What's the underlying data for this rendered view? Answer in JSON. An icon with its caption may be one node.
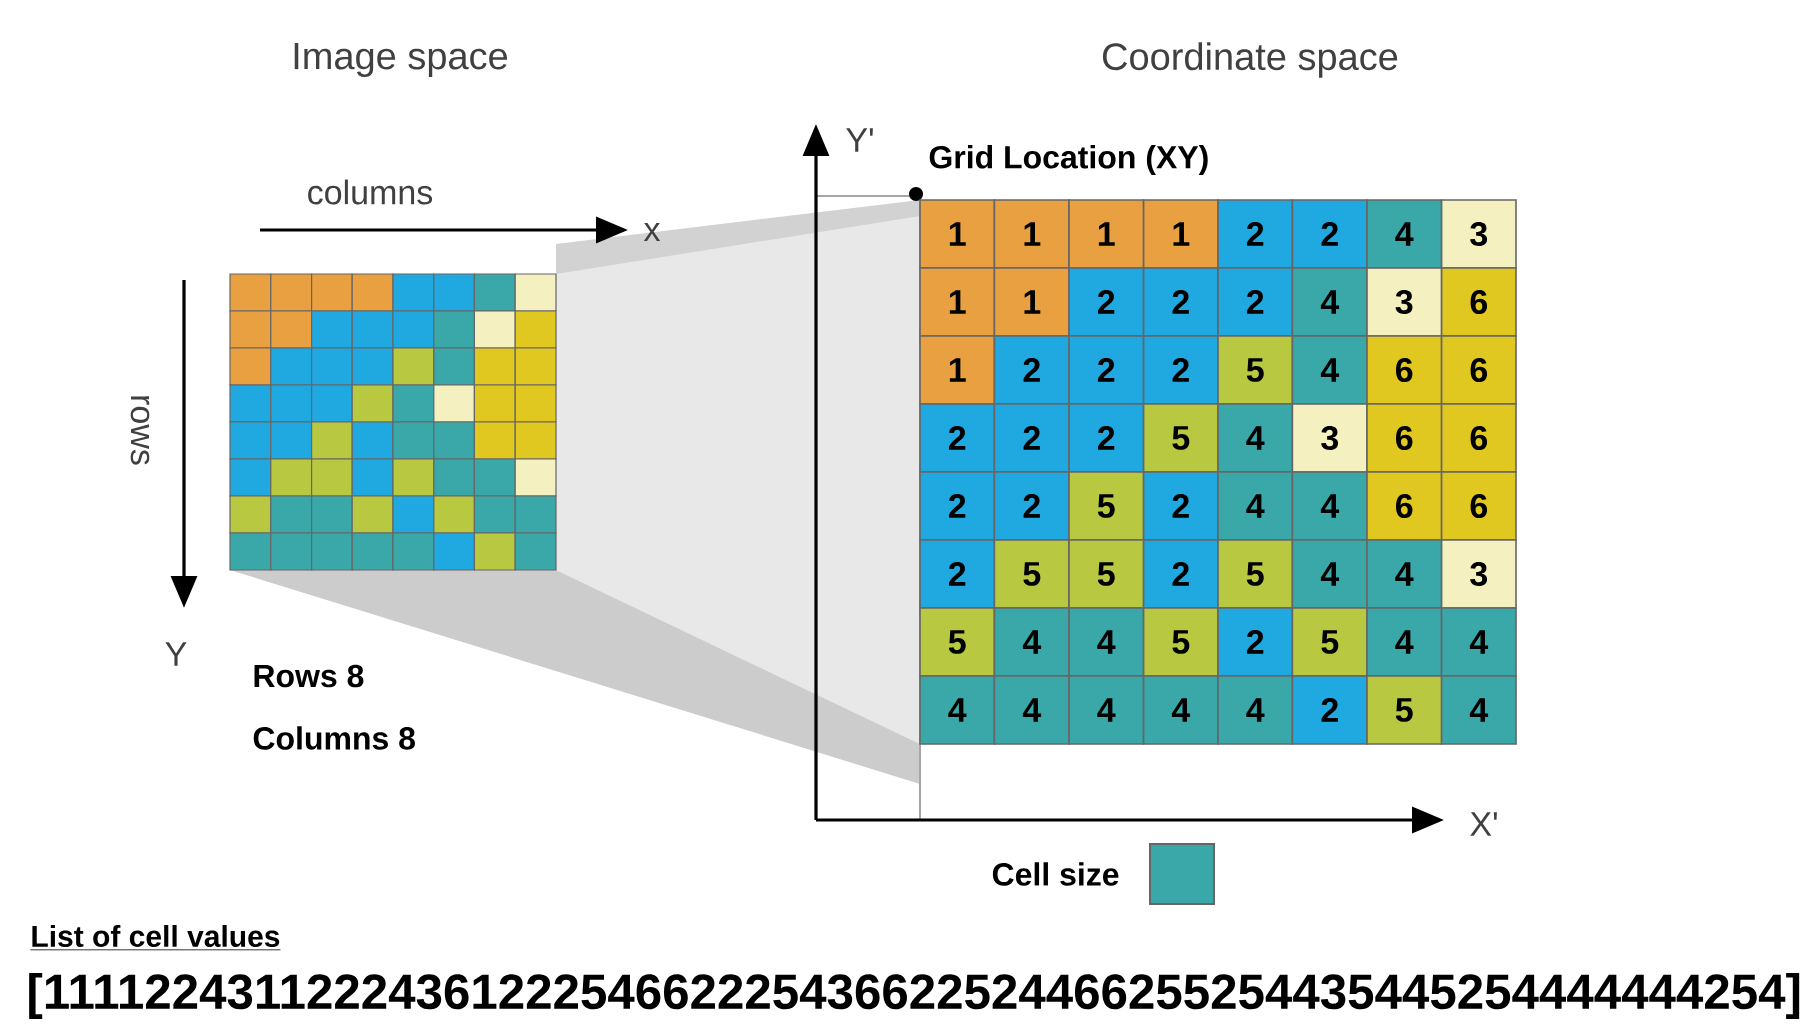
{
  "diagram": {
    "labels": [
      "Image space",
      "Coordinate space",
      "columns",
      "x",
      "Y'",
      "Grid Location (XY)",
      "rows",
      "1",
      "1",
      "1",
      "1",
      "2",
      "2",
      "4",
      "3",
      "1",
      "1",
      "2",
      "2",
      "2",
      "4",
      "3",
      "6",
      "1",
      "2",
      "2",
      "2",
      "5",
      "4",
      "6",
      "6",
      "2",
      "2",
      "2",
      "5",
      "4",
      "3",
      "6",
      "6",
      "2",
      "2",
      "5",
      "2",
      "4",
      "4",
      "6",
      "6",
      "2",
      "5",
      "5",
      "2",
      "5",
      "4",
      "4",
      "3",
      "5",
      "4",
      "4",
      "5",
      "2",
      "5",
      "4",
      "4",
      "4",
      "4",
      "4",
      "4",
      "4",
      "2",
      "5",
      "4",
      "Y",
      "Rows 8",
      "Columns 8",
      "X'",
      "List of cell values",
      "[1111224311222436122254662225436622524466255254435445254444444254]"
    ],
    "legend": [
      {
        "text": "Cell size",
        "color": "#3aa8a8"
      }
    ]
  }
}
